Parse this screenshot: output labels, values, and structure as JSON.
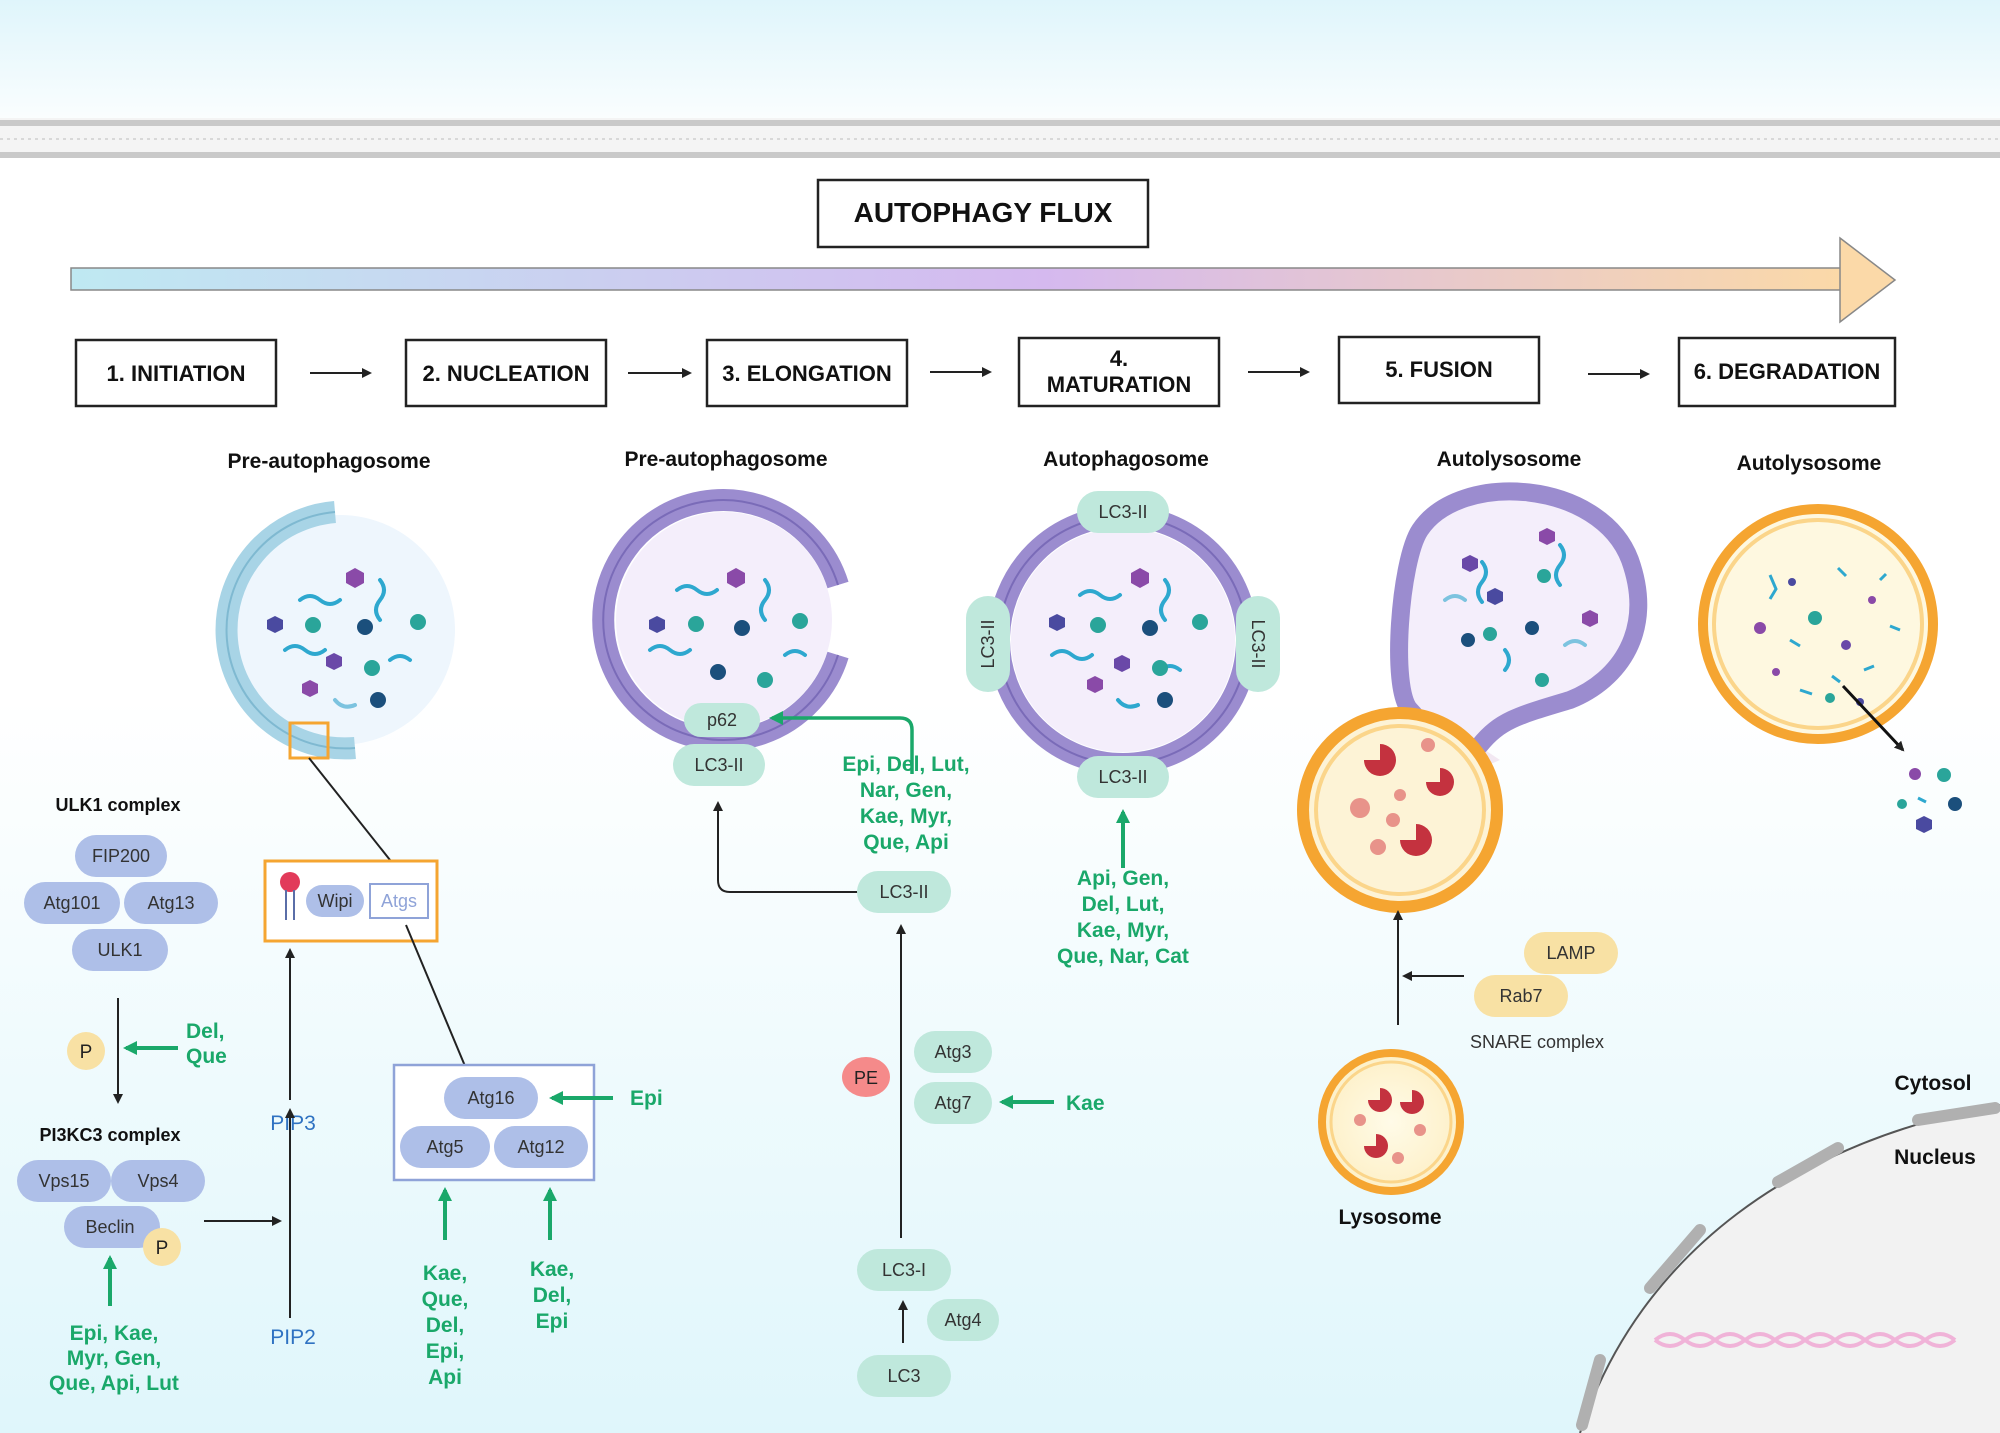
{
  "title": "AUTOPHAGY FLUX",
  "stages": [
    {
      "label": "1. INITIATION"
    },
    {
      "label": "2. NUCLEATION"
    },
    {
      "label": "3. ELONGATION"
    },
    {
      "label": "4.",
      "label2": "MATURATION"
    },
    {
      "label": "5. FUSION"
    },
    {
      "label": "6. DEGRADATION"
    }
  ],
  "vesicles": {
    "initiation": "Pre-autophagosome",
    "elongation": "Pre-autophagosome",
    "maturation": "Autophagosome",
    "fusion": "Autolysosome",
    "degradation": "Autolysosome"
  },
  "ulk1": {
    "title": "ULK1 complex",
    "fip200": "FIP200",
    "atg101": "Atg101",
    "atg13": "Atg13",
    "ulk1": "ULK1",
    "p": "P",
    "inhibitors": [
      "Del,",
      "Que"
    ]
  },
  "pi3kc3": {
    "title": "PI3KC3 complex",
    "vps15": "Vps15",
    "vps4": "Vps4",
    "beclin": "Beclin",
    "p": "P",
    "inhibitors": [
      "Epi, Kae,",
      "Myr, Gen,",
      "Que, Api, Lut"
    ]
  },
  "pip": {
    "pip2": "PIP2",
    "pip3": "PIP3"
  },
  "wipi_box": {
    "wipi": "Wipi",
    "atgs": "Atgs"
  },
  "atg_complex": {
    "atg16": "Atg16",
    "atg5": "Atg5",
    "atg12": "Atg12",
    "atg16_inhibitor": "Epi",
    "atg5_inhibitors": [
      "Kae,",
      "Que,",
      "Del,",
      "Epi,",
      "Api"
    ],
    "atg12_inhibitors": [
      "Kae,",
      "Del,",
      "Epi"
    ]
  },
  "elongation": {
    "p62": "p62",
    "lc3ii_vesicle": "LC3-II",
    "lc3ii": "LC3-II",
    "lc3i": "LC3-I",
    "lc3": "LC3",
    "atg4": "Atg4",
    "atg3": "Atg3",
    "atg7": "Atg7",
    "pe": "PE",
    "atg7_inhibitor": "Kae",
    "p62_inhibitors": [
      "Epi, Del, Lut,",
      "Nar, Gen,",
      "Kae, Myr,",
      "Que, Api"
    ]
  },
  "maturation": {
    "lc3_top": "LC3-II",
    "lc3_left": "LC3-II",
    "lc3_right": "LC3-II",
    "lc3_bottom": "LC3-II",
    "inhibitors": [
      "Api, Gen,",
      "Del, Lut,",
      "Kae, Myr,",
      "Que, Nar, Cat"
    ]
  },
  "fusion": {
    "lamp": "LAMP",
    "rab7": "Rab7",
    "snare": "SNARE complex",
    "lysosome": "Lysosome"
  },
  "cell": {
    "cytosol": "Cytosol",
    "nucleus": "Nucleus"
  },
  "colors": {
    "inhibitor": "#1aa86a",
    "pill_blue": "#aebfe8",
    "pill_green": "#bfe8dc",
    "pill_yellow": "#f8e1a4",
    "pip": "#2f72c2",
    "orange": "#f5a531",
    "purple": "#9b8ccf"
  }
}
